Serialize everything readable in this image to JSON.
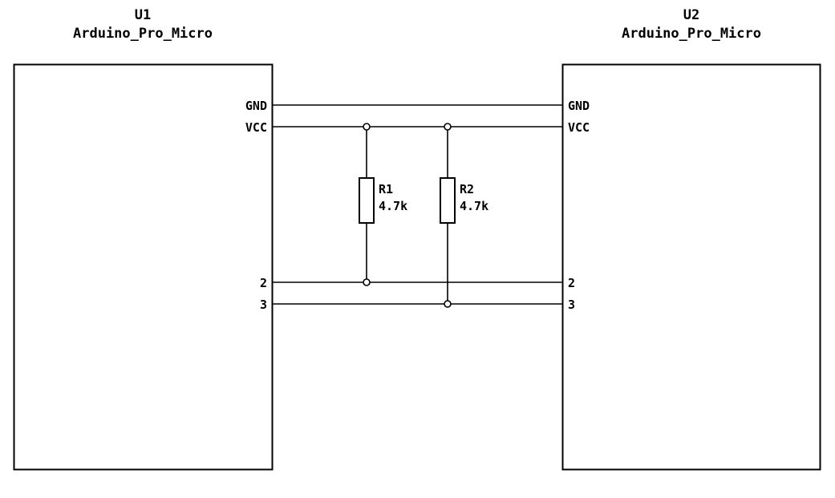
{
  "schematic": {
    "colors": {
      "background": "#ffffff",
      "stroke": "#000000"
    },
    "u1": {
      "ref": "U1",
      "value": "Arduino_Pro_Micro",
      "pins": {
        "gnd": "GND",
        "vcc": "VCC",
        "pin2": "2",
        "pin3": "3"
      }
    },
    "u2": {
      "ref": "U2",
      "value": "Arduino_Pro_Micro",
      "pins": {
        "gnd": "GND",
        "vcc": "VCC",
        "pin2": "2",
        "pin3": "3"
      }
    },
    "r1": {
      "ref": "R1",
      "value": "4.7k"
    },
    "r2": {
      "ref": "R2",
      "value": "4.7k"
    }
  }
}
